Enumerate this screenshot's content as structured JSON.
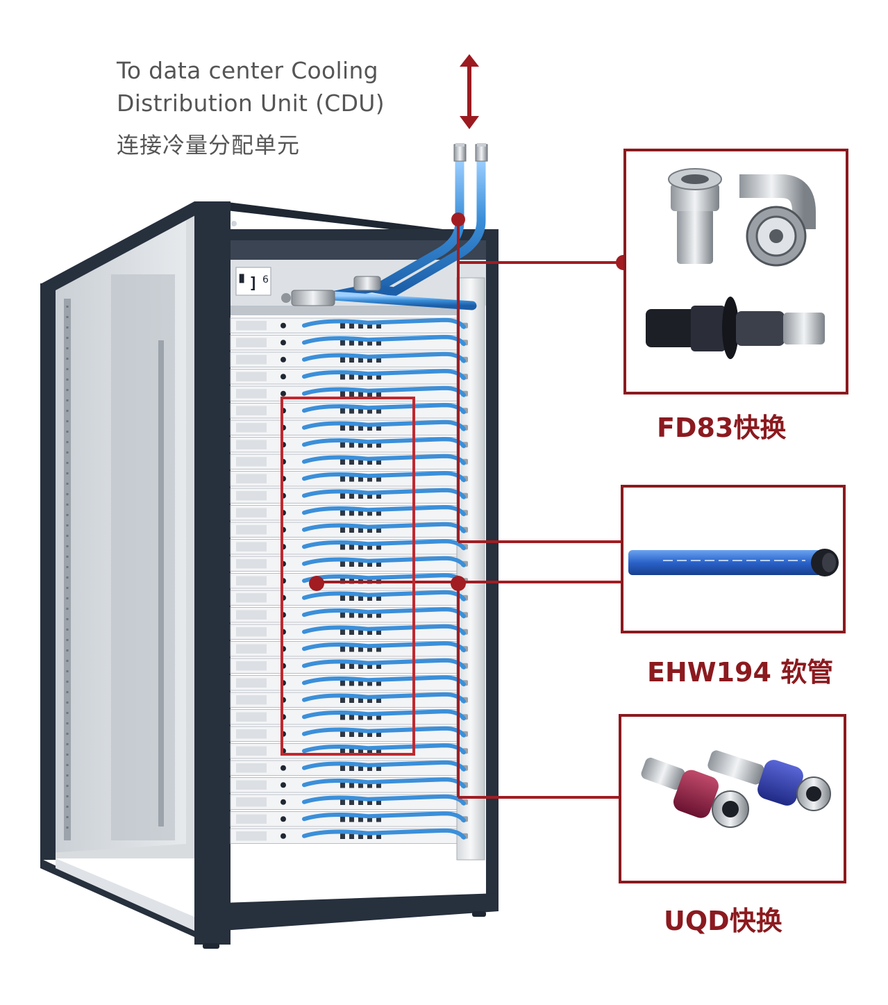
{
  "cdu": {
    "line1": "To data center Cooling",
    "line2": "Distribution Unit (CDU)",
    "chinese": "连接冷量分配单元"
  },
  "components": [
    {
      "id": "fd83",
      "label": "FD83快换",
      "icon": "quick-disconnect-coupling-icon"
    },
    {
      "id": "ehw194",
      "label": "EHW194 软管",
      "icon": "hose-icon"
    },
    {
      "id": "uqd",
      "label": "UQD快换",
      "icon": "universal-quick-disconnect-icon"
    }
  ],
  "colors": {
    "accent": "#8b1a1f",
    "callout_line": "#a11d22",
    "hose_blue": "#3b8fd9",
    "rack_frame": "#27303d",
    "text_gray": "#555555"
  }
}
